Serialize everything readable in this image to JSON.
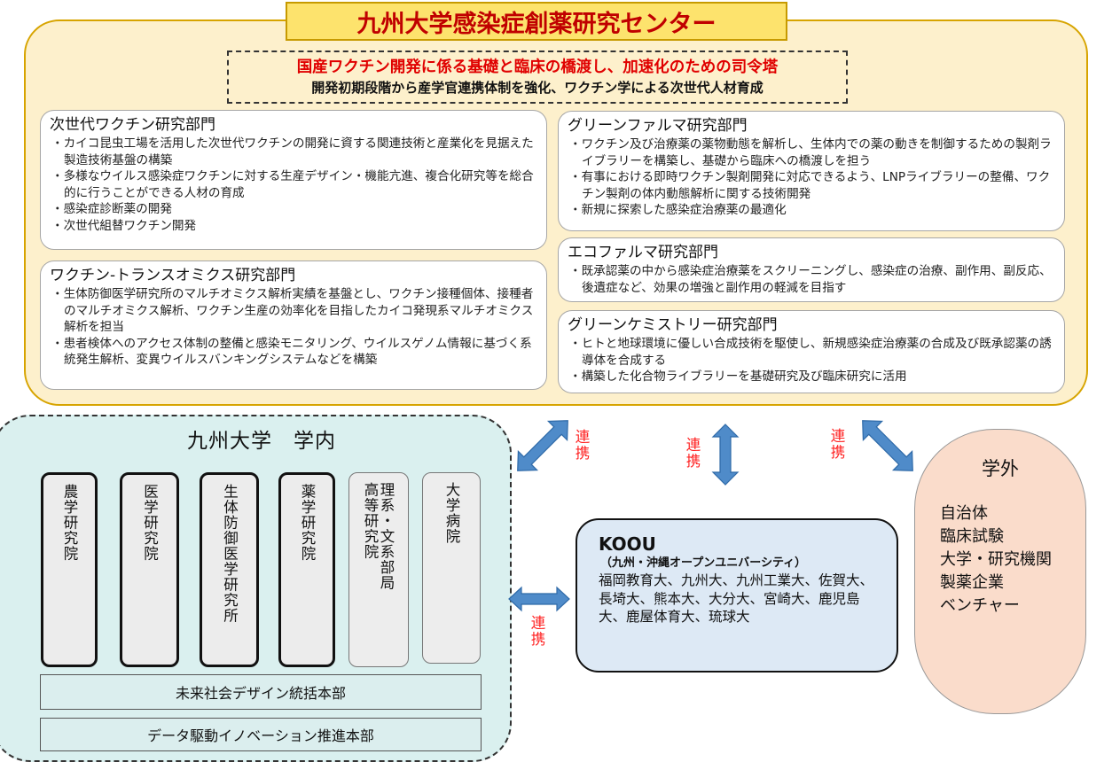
{
  "center": {
    "title": "九州大学感染症創薬研究センター",
    "slogan_main": "国産ワクチン開発に係る基礎と臨床の橋渡し、加速化のための司令塔",
    "slogan_sub": "開発初期段階から産学官連携体制を強化、ワクチン学による次世代人材育成",
    "departments": [
      {
        "name": "次世代ワクチン研究部門",
        "items": [
          "カイコ昆虫工場を活用した次世代ワクチンの開発に資する関連技術と産業化を見据えた製造技術基盤の構築",
          "多様なウイルス感染症ワクチンに対する生産デザイン・機能亢進、複合化研究等を総合的に行うことができる人材の育成",
          "感染症診断薬の開発",
          "次世代組替ワクチン開発"
        ]
      },
      {
        "name": "ワクチン-トランスオミクス研究部門",
        "items": [
          "生体防御医学研究所のマルチオミクス解析実績を基盤とし、ワクチン接種個体、接種者のマルチオミクス解析、ワクチン生産の効率化を目指したカイコ発現系マルチオミクス解析を担当",
          "患者検体へのアクセス体制の整備と感染モニタリング、ウイルスゲノム情報に基づく系統発生解析、変異ウイルスバンキングシステムなどを構築"
        ]
      },
      {
        "name": "グリーンファルマ研究部門",
        "items": [
          "ワクチン及び治療薬の薬物動態を解析し、生体内での薬の動きを制御するための製剤ライブラリーを構築し、基礎から臨床への橋渡しを担う",
          "有事における即時ワクチン製剤開発に対応できるよう、LNPライブラリーの整備、ワクチン製剤の体内動態解析に関する技術開発",
          "新規に探索した感染症治療薬の最適化"
        ]
      },
      {
        "name": "エコファルマ研究部門",
        "items": [
          "既承認薬の中から感染症治療薬をスクリーニングし、感染症の治療、副作用、副反応、後遺症など、効果の増強と副作用の軽減を目指す"
        ]
      },
      {
        "name": "グリーンケミストリー研究部門",
        "items": [
          "ヒトと地球環境に優しい合成技術を駆使し、新規感染症治療薬の合成及び既承認薬の誘導体を合成する",
          "構築した化合物ライブラリーを基礎研究及び臨床研究に活用"
        ]
      }
    ]
  },
  "campus": {
    "title": "九州大学　学内",
    "units": [
      "農学研究院",
      "医学研究院",
      "生体防御医学研究所",
      "薬学研究院",
      "高等研究院",
      "理系・文系部局",
      "大学病院"
    ],
    "bottom": [
      "未来社会デザイン統括本部",
      "データ駆動イノベーション推進本部"
    ]
  },
  "koou": {
    "title": "KOOU",
    "subtitle": "（九州・沖縄オープンユニバーシティ）",
    "members": "福岡教育大、九州大、九州工業大、佐賀大、長埼大、熊本大、大分大、宮崎大、鹿児島大、鹿屋体育大、琉球大"
  },
  "outside": {
    "title": "学外",
    "items": [
      "自治体",
      "臨床試験",
      "大学・研究機関",
      "製薬企業",
      "ベンチャー"
    ]
  },
  "link_label": "連携",
  "colors": {
    "center_bg": "#fdf0cc",
    "center_border": "#d7a400",
    "title_bg": "#fde36d",
    "title_text": "#c00000",
    "slogan_red": "#e00000",
    "campus_bg": "#daf0ef",
    "koou_bg": "#dde9f5",
    "outside_bg": "#fadccb",
    "arrow": "#4f8bc9",
    "link_text": "#ff2020"
  }
}
